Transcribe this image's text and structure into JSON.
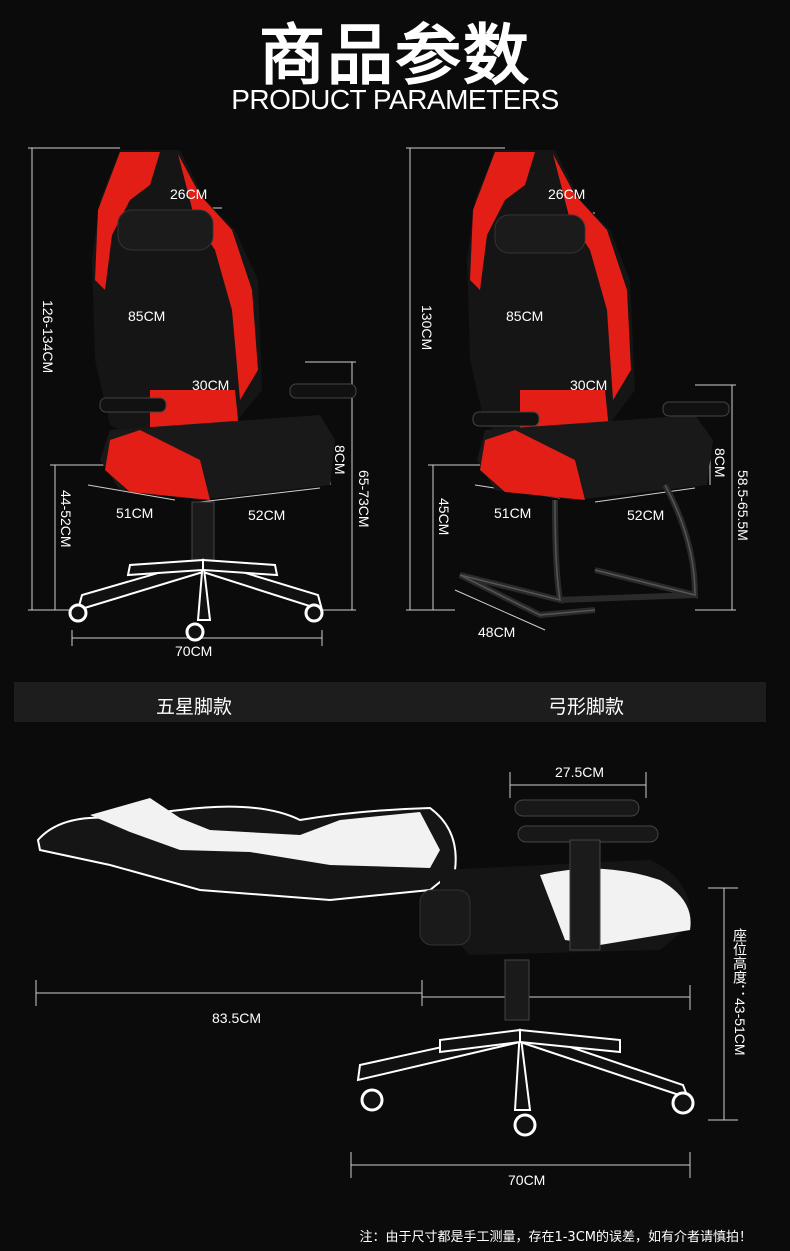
{
  "header": {
    "title_cn": "商品参数",
    "title_en": "PRODUCT PARAMETERS"
  },
  "chair_left": {
    "height_total": "126-134CM",
    "headrest_width": "26CM",
    "back_height": "85CM",
    "lumbar_width": "30CM",
    "cushion_thickness": "8CM",
    "seat_height": "44-52CM",
    "armrest_height": "65-73CM",
    "seat_depth": "51CM",
    "seat_width": "52CM",
    "base_width": "70CM"
  },
  "chair_right": {
    "height_total": "130CM",
    "headrest_width": "26CM",
    "back_height": "85CM",
    "lumbar_width": "30CM",
    "cushion_thickness": "8CM",
    "seat_height": "45CM",
    "armrest_height": "58.5-65.5M",
    "seat_depth": "51CM",
    "seat_width": "52CM",
    "base_depth": "48CM"
  },
  "labels": {
    "left_variant": "五星脚款",
    "right_variant": "弓形脚款"
  },
  "reclined": {
    "armrest_width": "27.5CM",
    "reclined_length": "83.5CM",
    "seat_height_label": "座位高度：43-51CM",
    "base_width": "70CM"
  },
  "footer": {
    "note": "注：由于尺寸都是手工测量，存在1-3CM的误差，如有介者请慎拍！"
  },
  "colors": {
    "background": "#0b0b0b",
    "accent_red": "#e31e16",
    "seat_black": "#151515"
  }
}
